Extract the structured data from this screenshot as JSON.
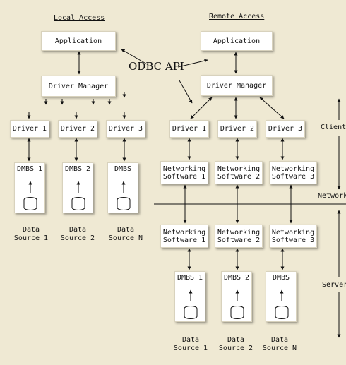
{
  "local": {
    "title": "Local Access",
    "application": "Application",
    "driver_manager": "Driver Manager",
    "drivers": [
      "Driver 1",
      "Driver 2",
      "Driver 3"
    ],
    "dbms": [
      "DMBS 1",
      "DMBS 2",
      "DMBS"
    ],
    "sources": [
      "Data\nSource 1",
      "Data\nSource 2",
      "Data\nSource N"
    ]
  },
  "remote": {
    "title": "Remote Access",
    "application": "Application",
    "driver_manager": "Driver Manager",
    "drivers": [
      "Driver 1",
      "Driver 2",
      "Driver 3"
    ],
    "net_client": [
      "Networking\nSoftware 1",
      "Networking\nSoftware 2",
      "Networking\nSoftware 3"
    ],
    "net_server": [
      "Networking\nSoftware 1",
      "Networking\nSoftware 2",
      "Networking\nSoftware 3"
    ],
    "dbms": [
      "DMBS 1",
      "DMBS 2",
      "DMBS"
    ],
    "sources": [
      "Data\nSource 1",
      "Data\nSource 2",
      "Data\nSource N"
    ]
  },
  "api_label": "ODBC API",
  "side_labels": {
    "client": "Client",
    "network": "Network",
    "server": "Server"
  }
}
